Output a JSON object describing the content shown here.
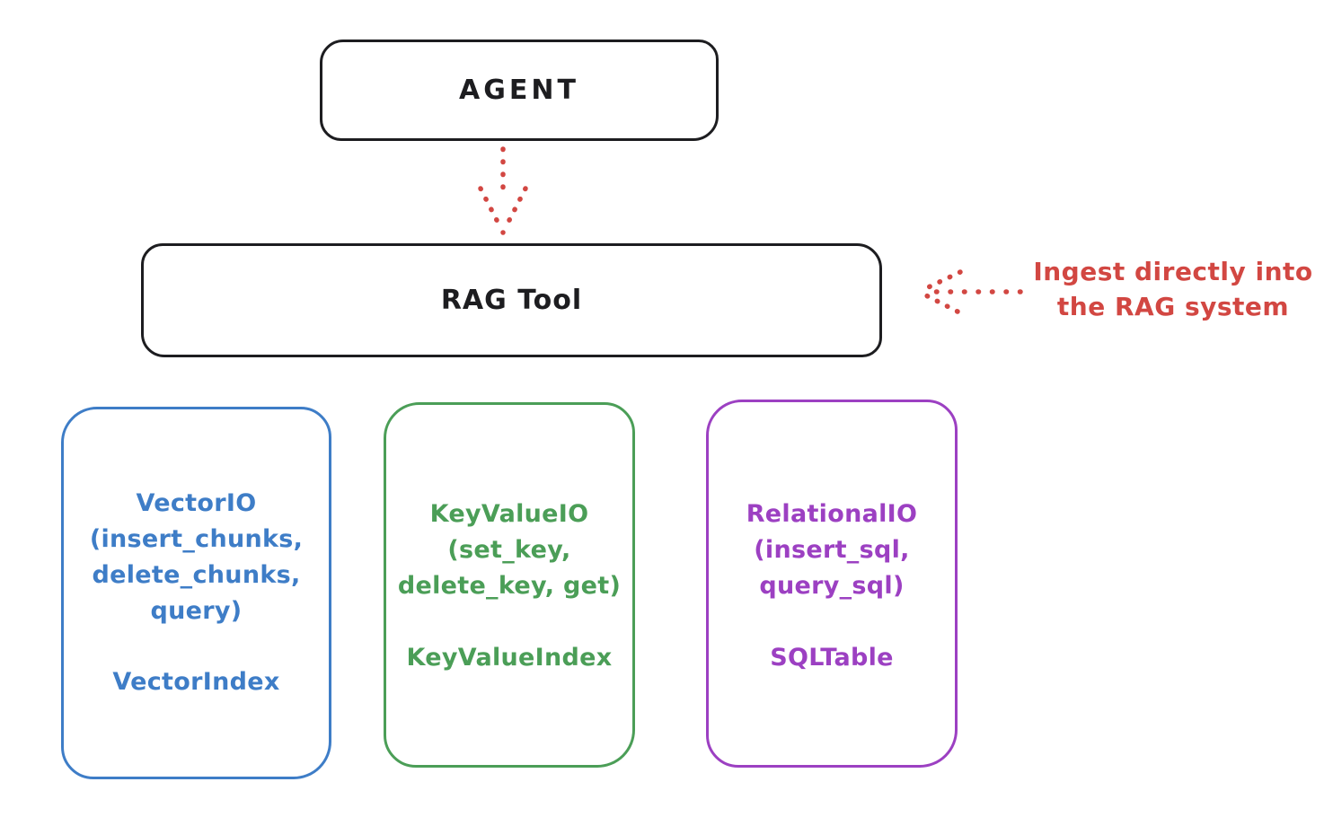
{
  "colors": {
    "black": "#1d1d20",
    "red": "#d24742",
    "blue": "#3e7dc7",
    "green": "#4b9e57",
    "purple": "#9c40c2",
    "background": "#ffffff"
  },
  "nodes": {
    "agent": {
      "label": "AGENT"
    },
    "rag_tool": {
      "label": "RAG Tool"
    },
    "vector": {
      "body": "VectorIO\n(insert_chunks,\ndelete_chunks,\nquery)",
      "index": "VectorIndex"
    },
    "keyvalue": {
      "body": "KeyValueIO\n(set_key,\ndelete_key, get)",
      "index": "KeyValueIndex"
    },
    "relational": {
      "body": "RelationalIO\n(insert_sql,\nquery_sql)",
      "index": "SQLTable"
    }
  },
  "annotation": {
    "text": "Ingest directly into\nthe RAG system"
  },
  "arrows": {
    "agent_to_rag": "dotted-arrow-down",
    "annotation_to_rag": "dotted-arrow-left"
  }
}
